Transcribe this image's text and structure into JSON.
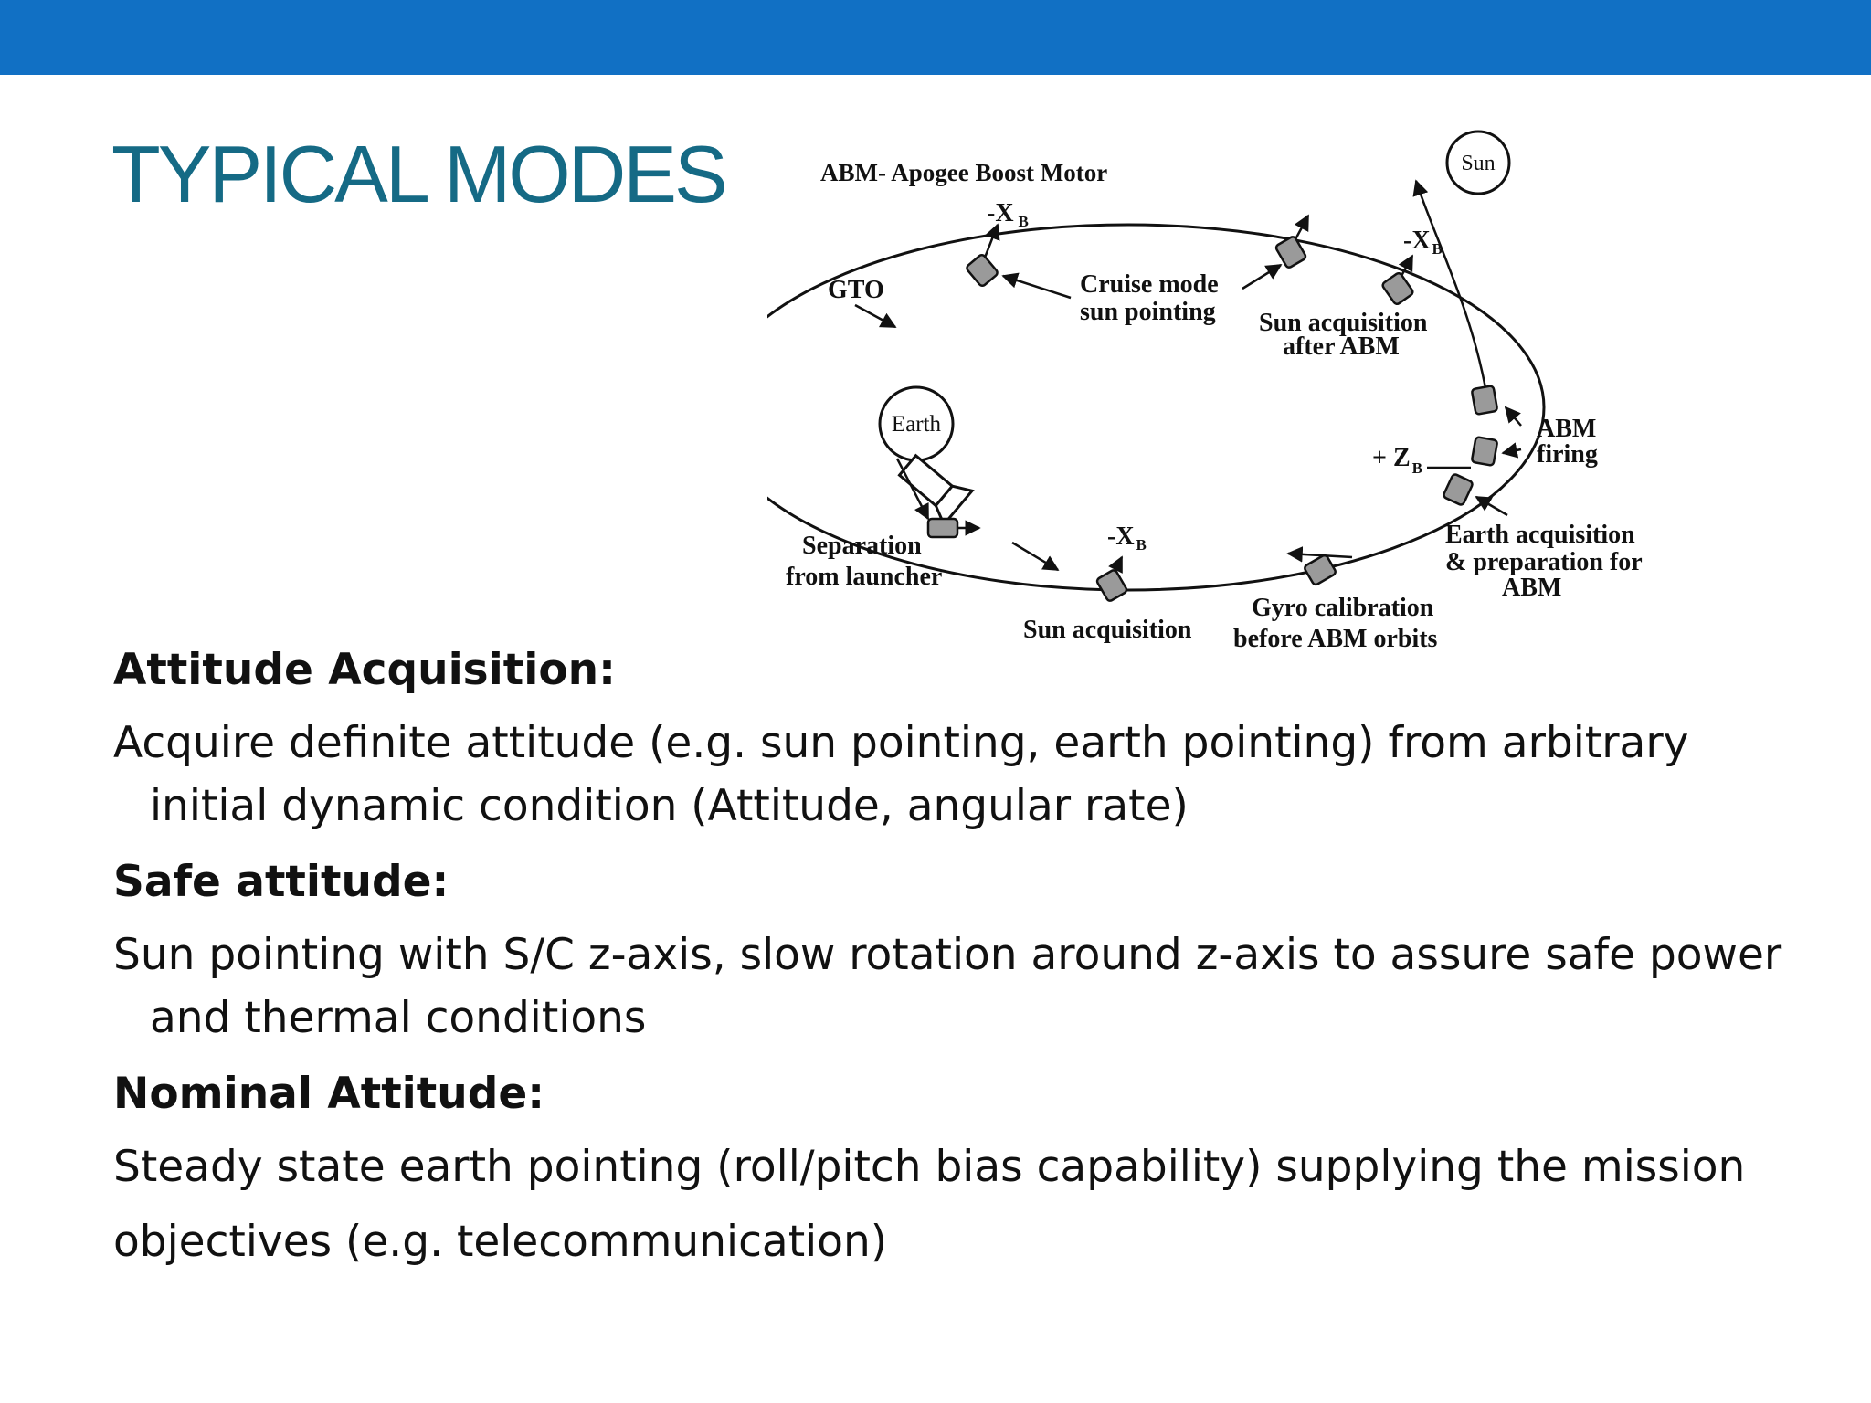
{
  "slide": {
    "title": "TYPICAL MODES",
    "accent_color": "#1170c4",
    "title_color": "#156a85"
  },
  "diagram": {
    "abm_note": "ABM- Apogee Boost Motor",
    "sun": "Sun",
    "earth": "Earth",
    "gto": "GTO",
    "minus_xb": "-X",
    "b_sub": "B",
    "plus_zb": "+ Z",
    "cruise_line1": "Cruise mode",
    "cruise_line2": "sun pointing",
    "sunacq_abm_line1": "Sun acquisition",
    "sunacq_abm_line2": "after ABM",
    "abm_firing_line1": "ABM",
    "abm_firing_line2": "firing",
    "earthacq_line1": "Earth acquisition",
    "earthacq_line2": "& preparation for",
    "earthacq_line3": "ABM",
    "separation_line1": "Separation",
    "separation_line2": "from launcher",
    "sun_acquisition": "Sun acquisition",
    "gyro_line1": "Gyro calibration",
    "gyro_line2": "before  ABM  orbits"
  },
  "content": {
    "h1": "Attitude Acquisition:",
    "p1_line1": "Acquire definite attitude (e.g. sun pointing, earth pointing) from arbitrary",
    "p1_line2": "initial dynamic condition (Attitude, angular rate)",
    "h2": "Safe attitude:",
    "p2_line1": "Sun pointing with S/C z-axis, slow rotation around z-axis to assure safe power",
    "p2_line2": "and thermal conditions",
    "h3": "Nominal Attitude:",
    "p3_line1": "Steady state earth pointing (roll/pitch bias capability) supplying the mission",
    "p3_line2": "objectives (e.g. telecommunication)"
  }
}
